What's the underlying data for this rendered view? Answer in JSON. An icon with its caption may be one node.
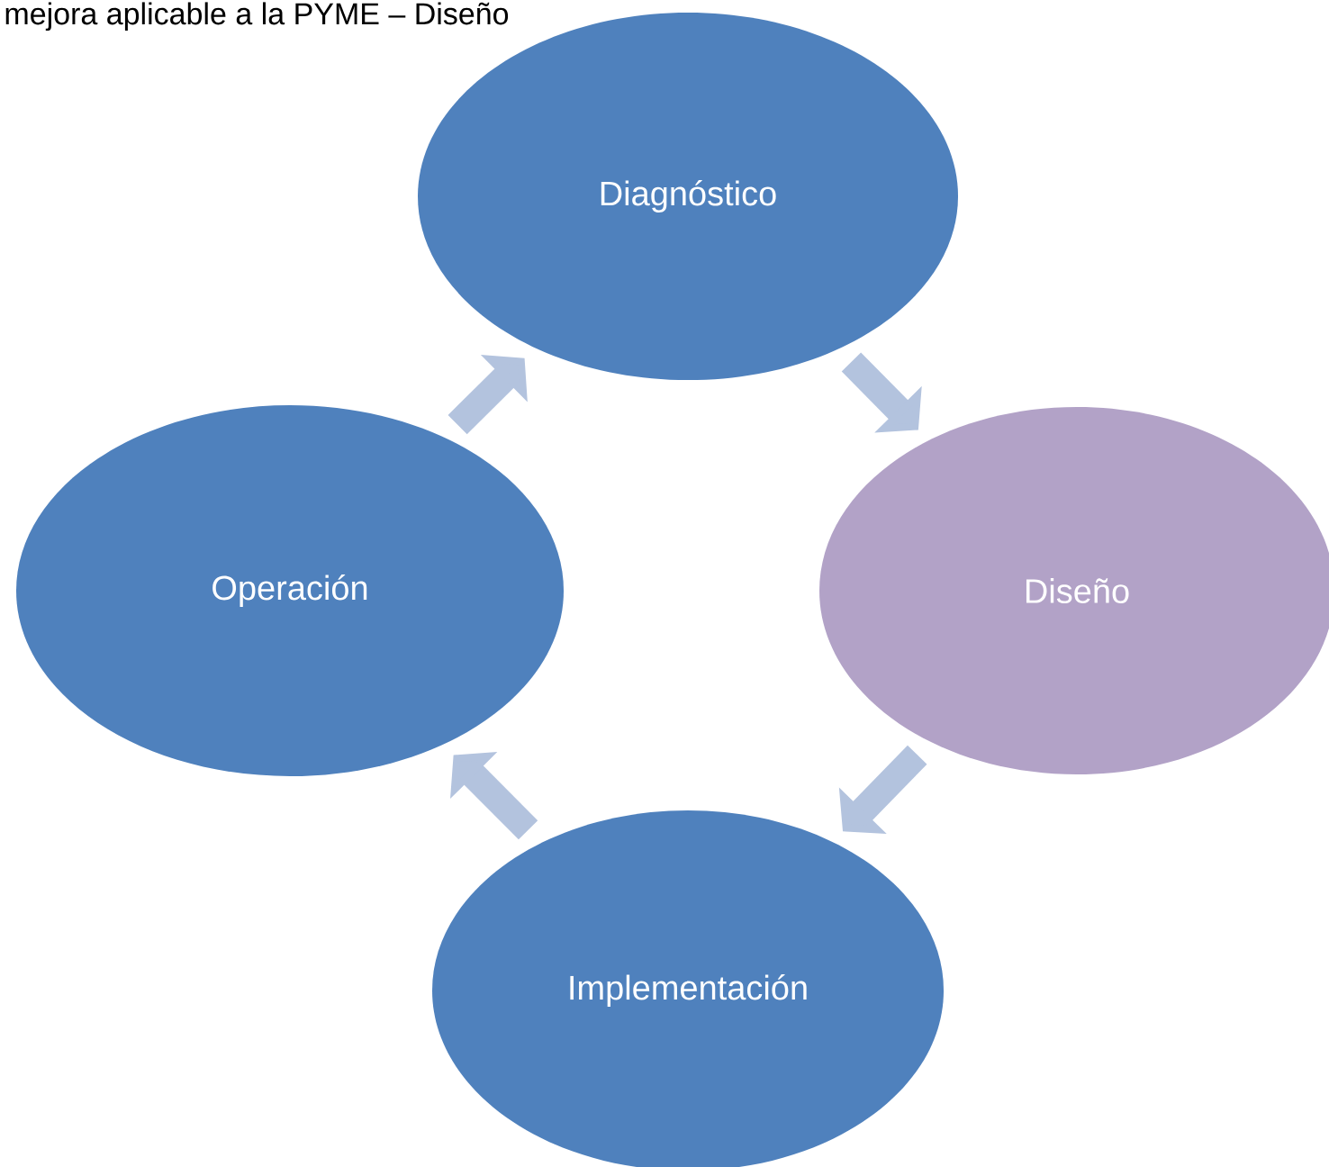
{
  "diagram": {
    "title": "mejora aplicable a la PYME – Diseño",
    "nodes": [
      {
        "text": [
          "Diagnóstico"
        ]
      },
      {
        "text": [
          "Diseño"
        ]
      },
      {
        "text": [
          "Implementación"
        ]
      },
      {
        "text": [
          "Operación"
        ]
      }
    ],
    "edges": [
      {
        "from": 0,
        "to": 1,
        "arrow": "to"
      },
      {
        "from": 1,
        "to": 2,
        "arrow": "to"
      },
      {
        "from": 2,
        "to": 3,
        "arrow": "to"
      },
      {
        "from": 3,
        "to": 0,
        "arrow": "to"
      }
    ]
  }
}
